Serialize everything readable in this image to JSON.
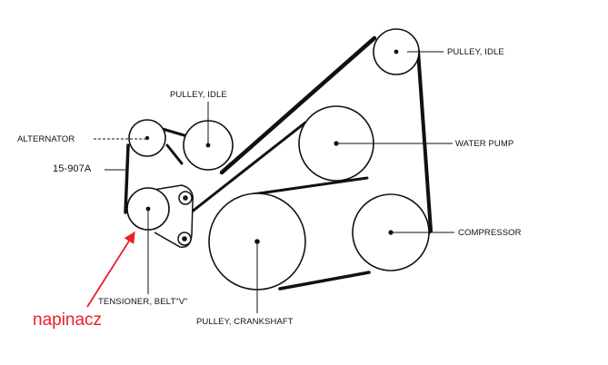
{
  "labels": {
    "pulley_idle_top": "PULLEY, IDLE",
    "pulley_idle_left": "PULLEY, IDLE",
    "alternator": "ALTERNATOR",
    "part_number": "15-907A",
    "water_pump": "WATER PUMP",
    "compressor": "COMPRESSOR",
    "tensioner": "TENSIONER, BELT\"V\"",
    "crankshaft": "PULLEY, CRANKSHAFT",
    "annotation": "napinacz"
  },
  "colors": {
    "line": "#111111",
    "annotation": "#e8202a"
  }
}
